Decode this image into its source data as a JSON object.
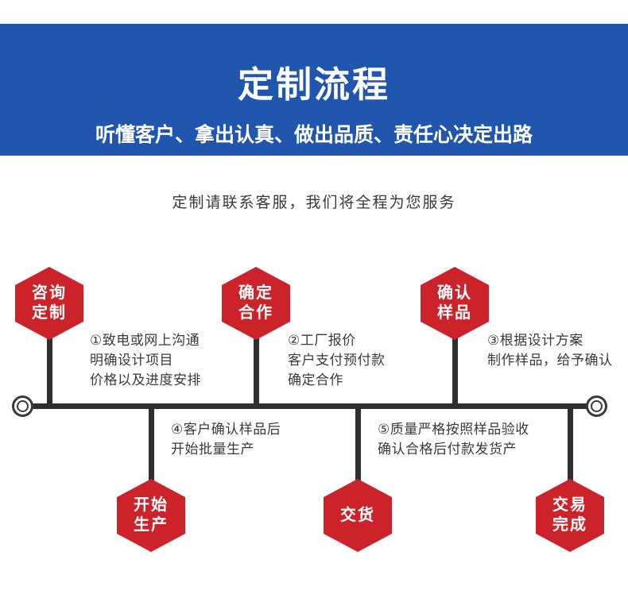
{
  "banner": {
    "title": "定制流程",
    "subtitle": "听懂客户、拿出认真、做出品质、责任心决定出路",
    "bg_color": "#2156AE",
    "text_color": "#FFFFFF"
  },
  "service_note": "定制请联系客服，我们将全程为您服务",
  "theme": {
    "hex_color": "#CC2229",
    "axis_color": "#2F2F2F",
    "body_text_color": "#3A3A3A"
  },
  "timeline": {
    "start_cap": "timeline-start-marker",
    "end_cap": "timeline-end-marker"
  },
  "steps_top": [
    {
      "badge_line1": "咨询",
      "badge_line2": "定制",
      "desc_lines": [
        "①致电或网上沟通",
        "明确设计项目",
        "价格以及进度安排"
      ]
    },
    {
      "badge_line1": "确定",
      "badge_line2": "合作",
      "desc_lines": [
        "②工厂报价",
        "客户支付预付款",
        "确定合作"
      ]
    },
    {
      "badge_line1": "确认",
      "badge_line2": "样品",
      "desc_lines": [
        "③根据设计方案",
        "制作样品，给予确认"
      ]
    }
  ],
  "steps_bottom": [
    {
      "badge_line1": "开始",
      "badge_line2": "生产",
      "desc_lines": [
        "④客户确认样品后",
        "开始批量生产"
      ]
    },
    {
      "badge_line1": "交货",
      "badge_line2": "",
      "desc_lines": [
        "⑤质量严格按照样品验收",
        "确认合格后付款发货产"
      ]
    },
    {
      "badge_line1": "交易",
      "badge_line2": "完成",
      "desc_lines": []
    }
  ]
}
